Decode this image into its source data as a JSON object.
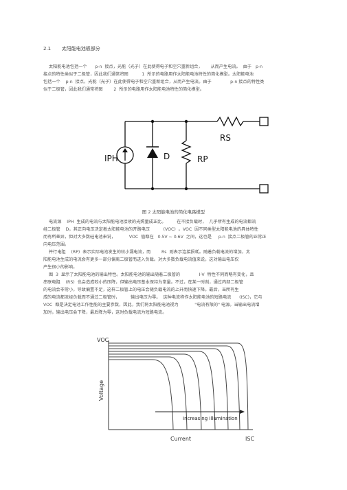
{
  "section": {
    "number": "2.1",
    "title": "太阳能电池板部分"
  },
  "intro": [
    "    太阳能电池包括一个      p-n  接点，光能（光子）在此使得电子和空穴重新组合，      从而产生电流。  由于   p-n",
    "接点的特性类似于二极管，因此我们通常将图          1  所示的电路用作太阳能电池特性的简化模型。太阳能电池",
    "包括一个    p-n  接点，光能（光子）在此使得电子和空穴重新组合，从而产生电流。由于              p-n 接点的特性类",
    "似于二极管，因此我们通常将图        2  所示的电路用作太阳能电池特性的简化模型。"
  ],
  "circuit": {
    "source_label": "IPH",
    "diode_label": "D",
    "shunt_label": "RP",
    "series_label": "RS"
  },
  "figure2_caption": "图  2  太阳能电池的简化电路模型",
  "body": [
    "    电流源    IPH  生成的电流与太阳能电池接收的光照量成正比。        在不接负载时，  几乎所有生成的电流都流",
    "经二极管    D，其正向电压决定着太阳能电池的开路电压          (VOC)  。VOC  因不同类型太阳能电池的具体特性",
    "而有所差异，但对大多数硅电池来说，          VOC  值都在   0.5V ~ 0.6V  之间，这也是     p-n  接点二极管的正常正",
    "向电压范围。",
    "    并行电阻    (RP)  表示实际电池发生的较小漏电流，而        Rs  则表示连接损耗。随着负载电流的增加，太",
    "阳能电池生成的电流会有更多一部分偏离二极管而进入负载。对大多数负载电流值来说，这对输出电压仅",
    "产生很小的影响。",
    "    图  3  显示了太阳能电池的输出特性。太阳能电池的输出随着二极管的              I-V  特性不同而略有变化，且",
    "串联电阻    (RS)  也会造成较小的压降，但输出电压基本保持为常量。不过，在某一时刻，通过内部二极管",
    "的电流会非常小，导致偏置不足，这样二极管上的电压会随负载电流的上升而快速下降。最后，当所有生",
    "成的电流都流经负载而不通过二极管时，        输出电压为零。  这种电流称作太阳能电池的短路电流      (ISC)，它与",
    "VOC  都是决定电池工作性能的主要参数，因此，我们将太阳能电池视为            \"电流有限的\" 电源。当输出电流增",
    "加时，输出电压会下降，最后降为零，这时负载电流为短路电流。"
  ],
  "iv_chart": {
    "y_label": "Voltage",
    "y_top_label": "VOC",
    "x_label": "Current",
    "x_end_label": "ISC",
    "annotation": "Increasing Illumination"
  }
}
